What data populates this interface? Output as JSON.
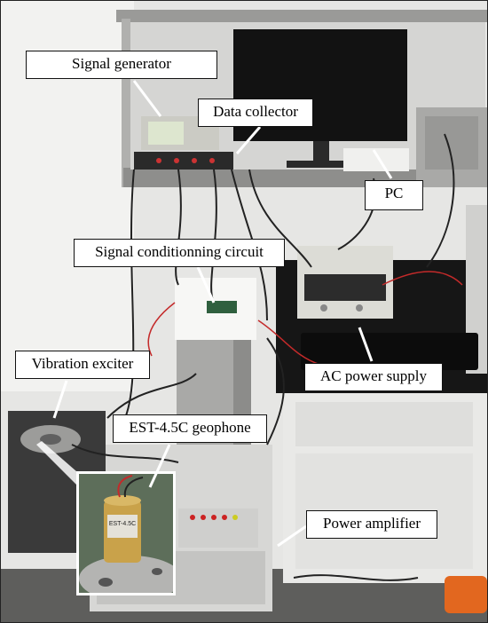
{
  "labels": {
    "signal_generator": "Signal generator",
    "data_collector": "Data collector",
    "pc": "PC",
    "signal_conditioning_circuit": "Signal conditionning circuit",
    "vibration_exciter": "Vibration exciter",
    "ac_power_supply": "AC power supply",
    "geophone": "EST-4.5C geophone",
    "power_amplifier": "Power amplifier"
  },
  "photo_text": {
    "geophone_sticker": "EST-4.5C"
  },
  "colors": {
    "wall": "#e6e6e4",
    "shelf": "#9a9a98",
    "desk_black": "#161616",
    "cabinet": "#e9e9e7",
    "amplifier": "#d7d7d5",
    "pc_tower": "#a9a9a7",
    "cable": "#222222",
    "geophone_coil": "#c9a24a"
  }
}
